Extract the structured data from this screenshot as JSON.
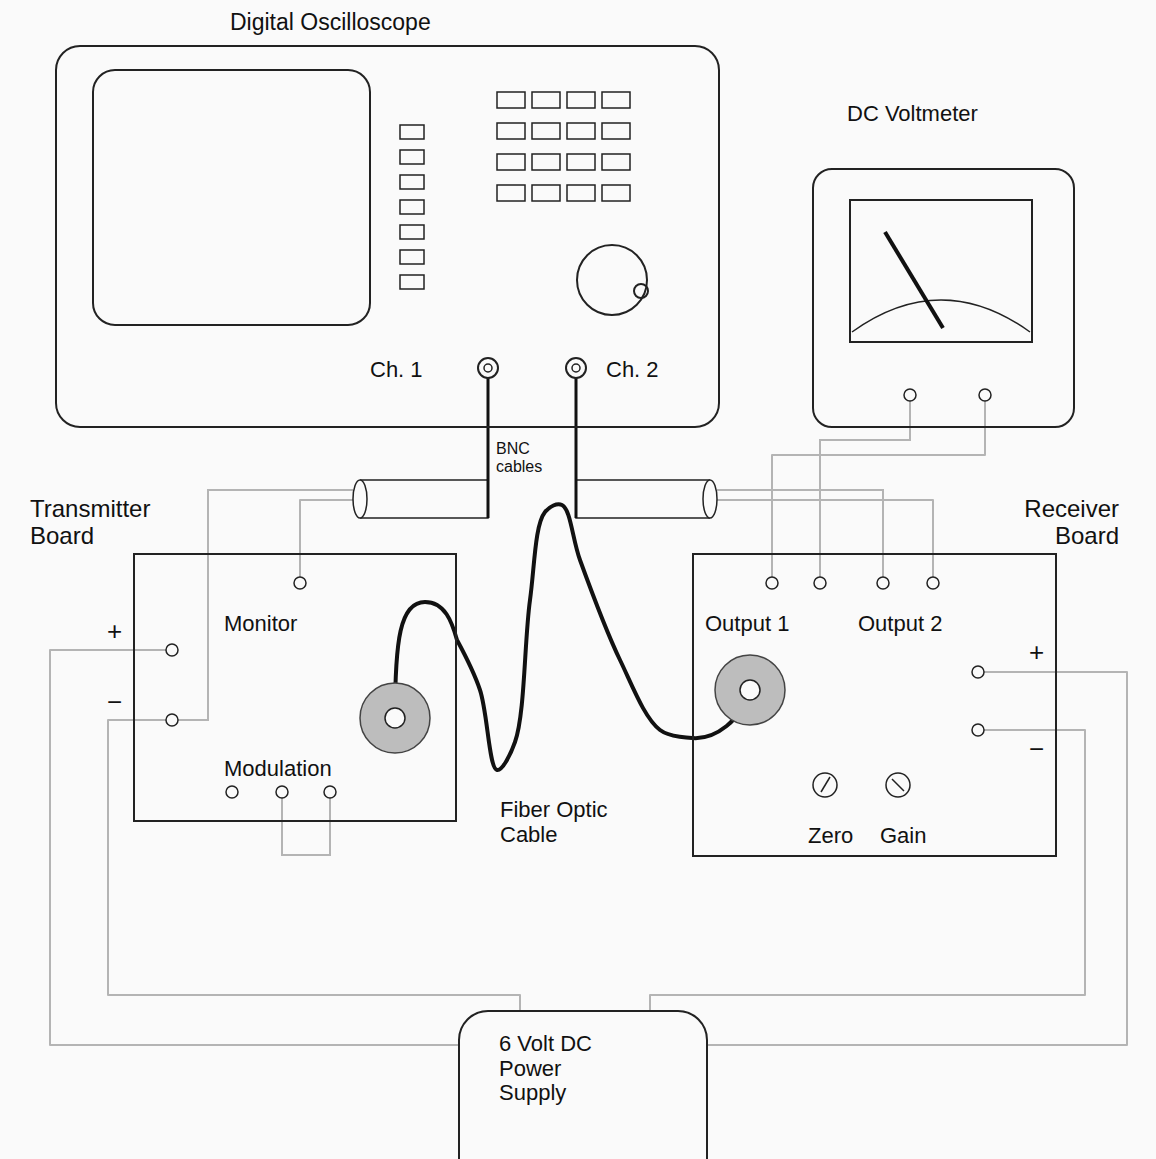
{
  "diagram": {
    "nodes": [
      {
        "text": [
          "Digital Oscilloscope",
          "Ch. 1",
          "Ch. 2"
        ]
      },
      {
        "text": [
          "DC Voltmeter"
        ]
      },
      {
        "text": [
          "Transmitter Board",
          "Monitor",
          "Modulation"
        ]
      },
      {
        "text": [
          "Receiver Board",
          "Output 1",
          "Output 2",
          "Zero",
          "Gain"
        ]
      },
      {
        "text": [
          "6 Volt DC Power Supply"
        ]
      }
    ],
    "edges": [
      {
        "from": 0,
        "to": 2,
        "arrow": "none"
      },
      {
        "from": 0,
        "to": 3,
        "arrow": "none"
      },
      {
        "from": 1,
        "to": 3,
        "arrow": "none"
      },
      {
        "from": 2,
        "to": 3,
        "label": "Fiber Optic Cable",
        "arrow": "none"
      },
      {
        "from": 2,
        "to": 4,
        "arrow": "none"
      },
      {
        "from": 2,
        "to": 4,
        "arrow": "none"
      },
      {
        "from": 3,
        "to": 4,
        "arrow": "none"
      },
      {
        "from": 3,
        "to": 4,
        "arrow": "none"
      }
    ],
    "labels": [
      "BNC cables",
      "+",
      "−",
      "+",
      "−"
    ]
  }
}
